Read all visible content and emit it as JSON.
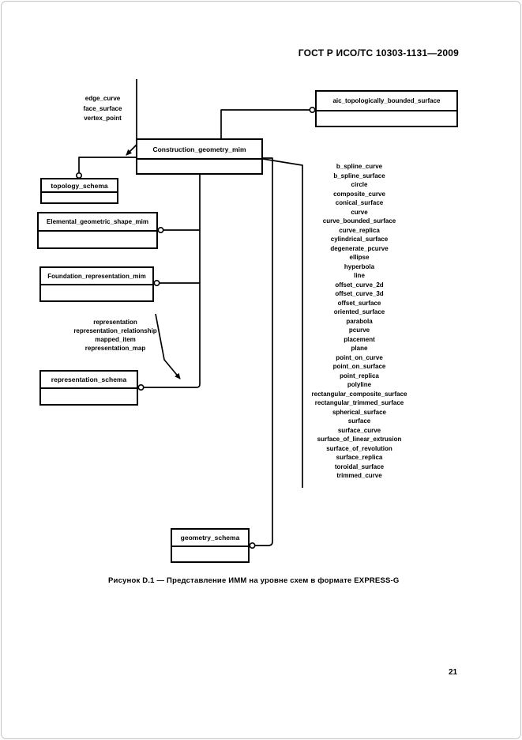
{
  "page": {
    "header": "ГОСТ Р ИСО/ТС 10303-1131—2009",
    "caption": "Рисунок D.1 — Представление ИММ на уровне схем в формате EXPRESS-G",
    "page_number": "21"
  },
  "diagram": {
    "top_annotation": [
      "edge_curve",
      "face_surface",
      "vertex_point"
    ],
    "mid_annotation": [
      "representation",
      "representation_relationship",
      "mapped_item",
      "representation_map"
    ],
    "boxes": {
      "aic": "aic_topologically_bounded_surface",
      "construction": "Construction_geometry_mim",
      "topology": "topology_schema",
      "elemental": "Elemental_geometric_shape_mim",
      "foundation": "Foundation_representation_mim",
      "representation": "representation_schema",
      "geometry": "geometry_schema"
    },
    "entity_list": [
      "b_spline_curve",
      "b_spline_surface",
      "circle",
      "composite_curve",
      "conical_surface",
      "curve",
      "curve_bounded_surface",
      "curve_replica",
      "cylindrical_surface",
      "degenerate_pcurve",
      "ellipse",
      "hyperbola",
      "line",
      "offset_curve_2d",
      "offset_curve_3d",
      "offset_surface",
      "oriented_surface",
      "parabola",
      "pcurve",
      "placement",
      "plane",
      "point_on_curve",
      "point_on_surface",
      "point_replica",
      "polyline",
      "rectangular_composite_surface",
      "rectangular_trimmed_surface",
      "spherical_surface",
      "surface",
      "surface_curve",
      "surface_of_linear_extrusion",
      "surface_of_revolution",
      "surface_replica",
      "toroidal_surface",
      "trimmed_curve"
    ]
  }
}
